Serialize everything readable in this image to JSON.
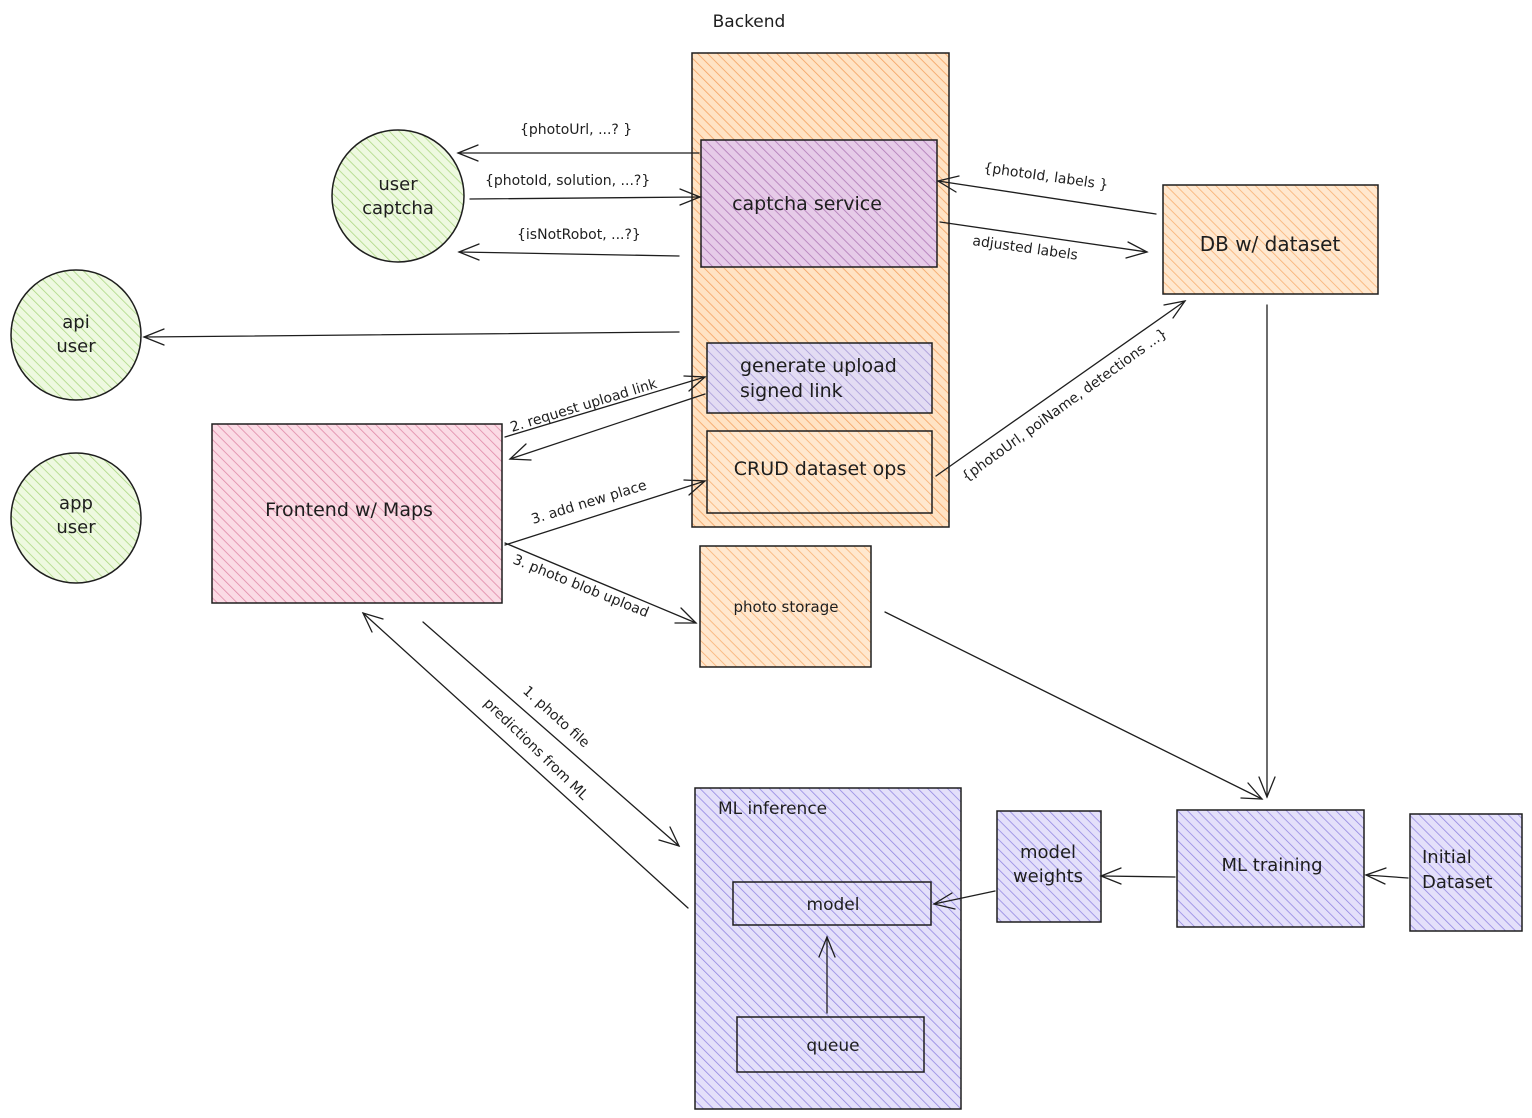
{
  "colors": {
    "stroke": "#1e1e1e",
    "backend_fill": "#ffc99d",
    "backend_stroke": "#e8590c",
    "orange_fill": "#ffd8a8",
    "purple_fill": "#c5bdf2",
    "captcha_fill": "#d9b3e6",
    "pink_fill": "#f3b3c7",
    "green_fill": "#d3f0b0",
    "green_stroke": "#2b8a3e",
    "generate_fill": "#cfc4ee"
  },
  "backend": {
    "title": "Backend"
  },
  "nodes": {
    "user_captcha": {
      "line1": "user",
      "line2": "captcha"
    },
    "api_user": {
      "line1": "api",
      "line2": "user"
    },
    "app_user": {
      "line1": "app",
      "line2": "user"
    },
    "captcha_service": {
      "label": "captcha service"
    },
    "generate_link": {
      "line1": "generate upload",
      "line2": "signed link"
    },
    "crud_ops": {
      "label": "CRUD dataset ops"
    },
    "db_dataset": {
      "label": "DB w/ dataset"
    },
    "frontend": {
      "label": "Frontend w/ Maps"
    },
    "photo_storage": {
      "label": "photo storage"
    },
    "ml_inference": {
      "label": "ML inference"
    },
    "model": {
      "label": "model"
    },
    "queue": {
      "label": "queue"
    },
    "model_weights": {
      "line1": "model",
      "line2": "weights"
    },
    "ml_training": {
      "label": "ML training"
    },
    "initial_dataset": {
      "line1": "Initial",
      "line2": "Dataset"
    }
  },
  "edges": {
    "photo_url": "{photoUrl, ...? }",
    "photo_id_solution": "{photoId, solution, ...?}",
    "is_not_robot": "{isNotRobot, ...?}",
    "photo_id_labels": "{photoId, labels }",
    "adjusted_labels": "adjusted labels",
    "request_upload_link": "2. request upload link",
    "add_new_place": "3. add new place",
    "photo_blob_upload": "3. photo blob upload",
    "crud_to_db": "{photoUrl, poiName, detections ...}",
    "photo_file": "1. photo file",
    "predictions": "predictions from ML"
  }
}
